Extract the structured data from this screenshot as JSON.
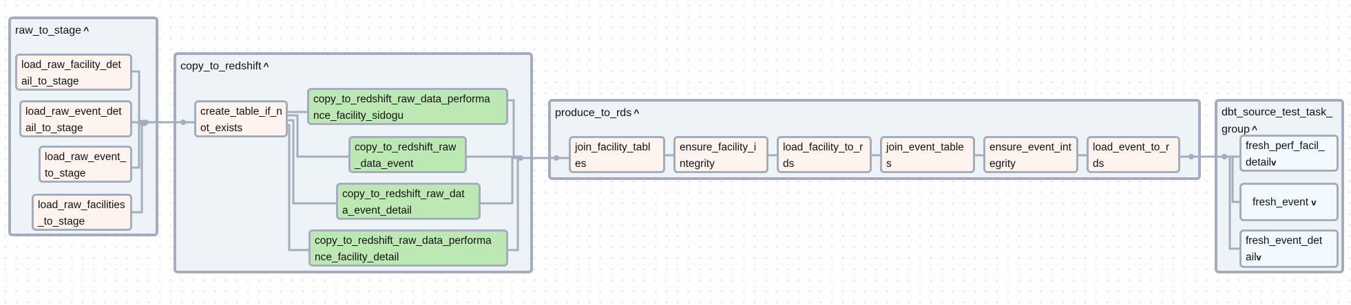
{
  "colors": {
    "edge": "#a4adbd",
    "group_fill": "#eef3f8",
    "task_fill": "#fff3ee",
    "copy_task_fill": "#bce8b4",
    "test_task_fill": "#f2f9ff"
  },
  "groups": {
    "raw_to_stage": {
      "label": "raw_to_stage",
      "expand_icon": "^"
    },
    "copy_to_redshift": {
      "label": "copy_to_redshift",
      "expand_icon": "^"
    },
    "produce_to_rds": {
      "label": "produce_to_rds",
      "expand_icon": "^"
    },
    "dbt_source_test": {
      "label": "dbt_source_test_task_\ngroup",
      "expand_icon": "^"
    }
  },
  "tasks": {
    "load_raw_facility_detail": "load_raw_facility_det\nail_to_stage",
    "load_raw_event_detail": "load_raw_event_det\nail_to_stage",
    "load_raw_event": "load_raw_event_\nto_stage",
    "load_raw_facilities": "load_raw_facilities\n_to_stage",
    "create_table": "create_table_if_n\not_exists",
    "copy_perf_sidogu": "copy_to_redshift_raw_data_performa\nnce_facility_sidogu",
    "copy_event": "copy_to_redshift_raw\n_data_event",
    "copy_event_detail": "copy_to_redshift_raw_dat\na_event_detail",
    "copy_perf_detail": "copy_to_redshift_raw_data_performa\nnce_facility_detail",
    "join_facility": "join_facility_tabl\nes",
    "ensure_facility": "ensure_facility_i\nntegrity",
    "load_facility": "load_facility_to_r\nds",
    "join_event": "join_event_table\ns",
    "ensure_event": "ensure_event_int\negrity",
    "load_event": "load_event_to_r\nds",
    "fresh_perf": "fresh_perf_facil_\ndetail",
    "fresh_event": "fresh_event",
    "fresh_event_detail": "fresh_event_det\nail"
  },
  "collapse_icon": "v"
}
